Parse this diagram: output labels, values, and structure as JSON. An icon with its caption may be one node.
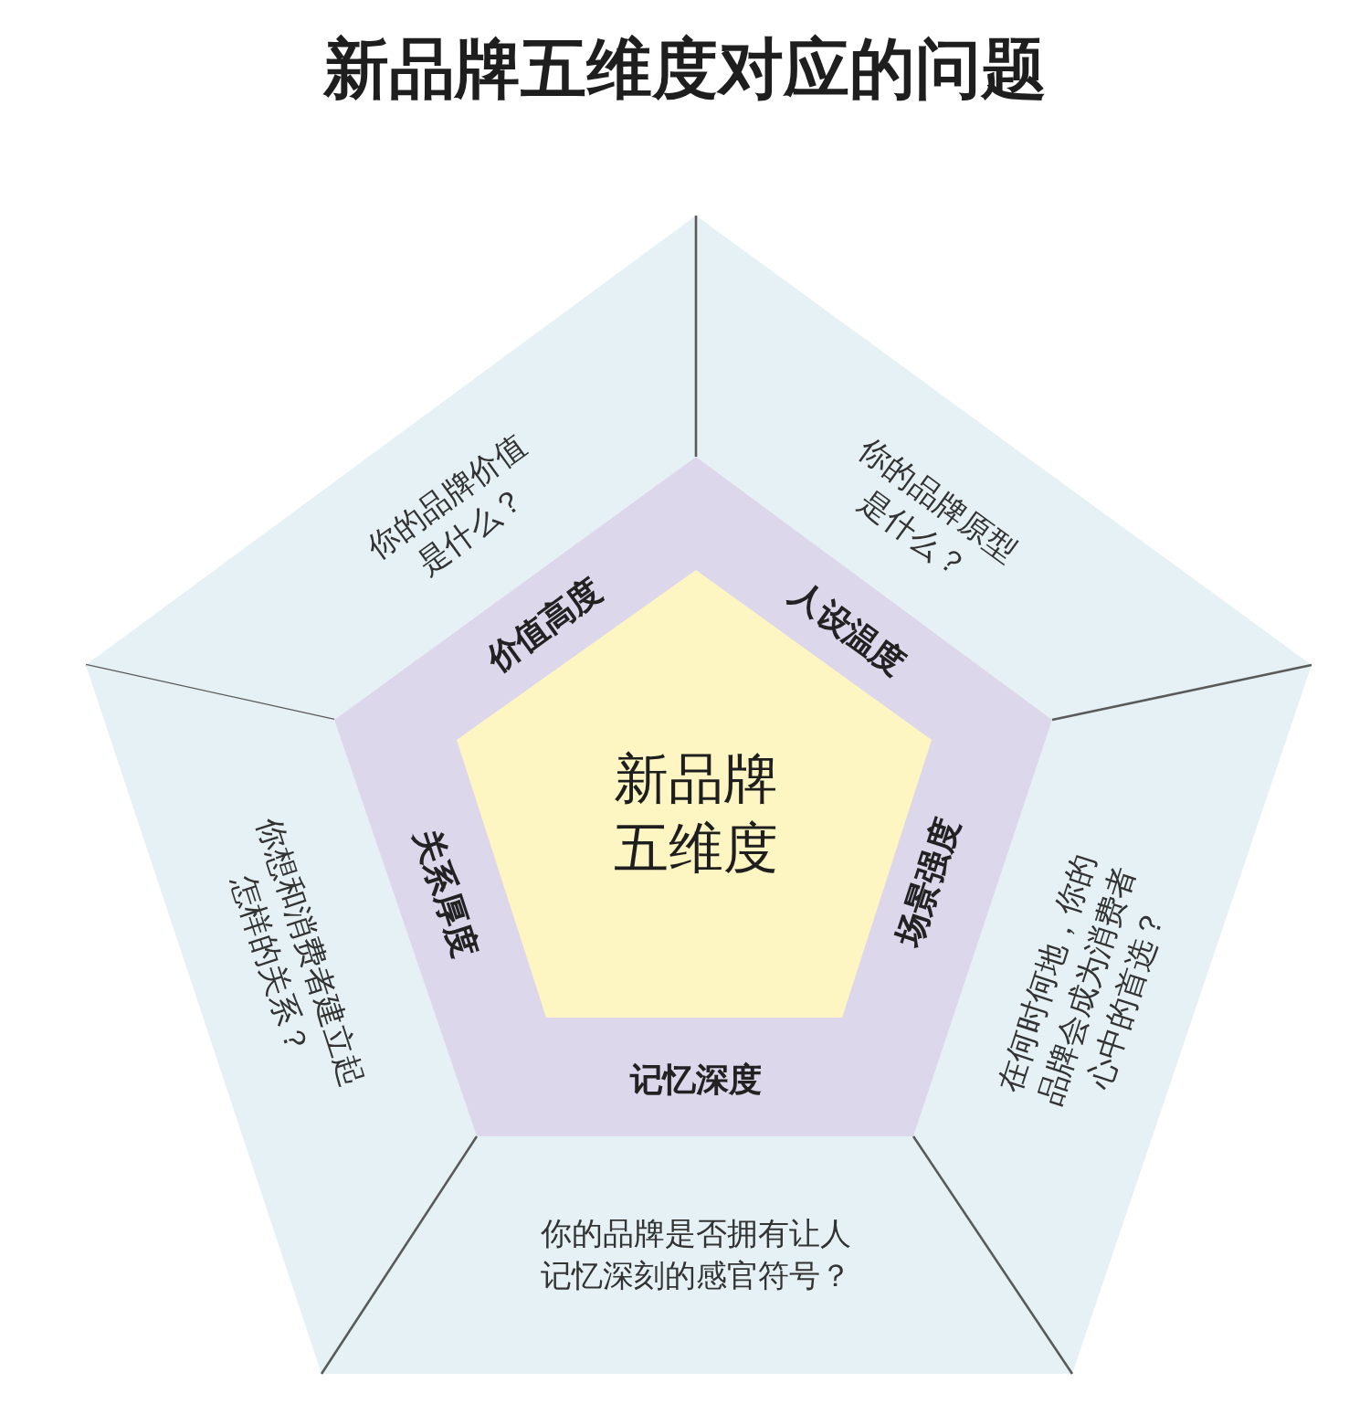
{
  "diagram": {
    "title": "新品牌五维度对应的问题",
    "nodes": [
      {
        "text": [
          "你的品牌价值是什么？"
        ]
      },
      {
        "text": [
          "你的品牌原型是什么？"
        ]
      },
      {
        "text": [
          "在何时何地，你的品牌会成为消费者心中的首选？"
        ]
      },
      {
        "text": [
          "你的品牌是否拥有让人记忆深刻的感官符号？"
        ]
      },
      {
        "text": [
          "你想和消费者建立起怎样的关系？"
        ]
      },
      {
        "text": [
          "价值高度",
          "人设温度",
          "场景强度",
          "记忆深度",
          "关系厚度"
        ]
      },
      {
        "text": [
          "新品牌五维度"
        ],
        "in": 5
      }
    ]
  }
}
